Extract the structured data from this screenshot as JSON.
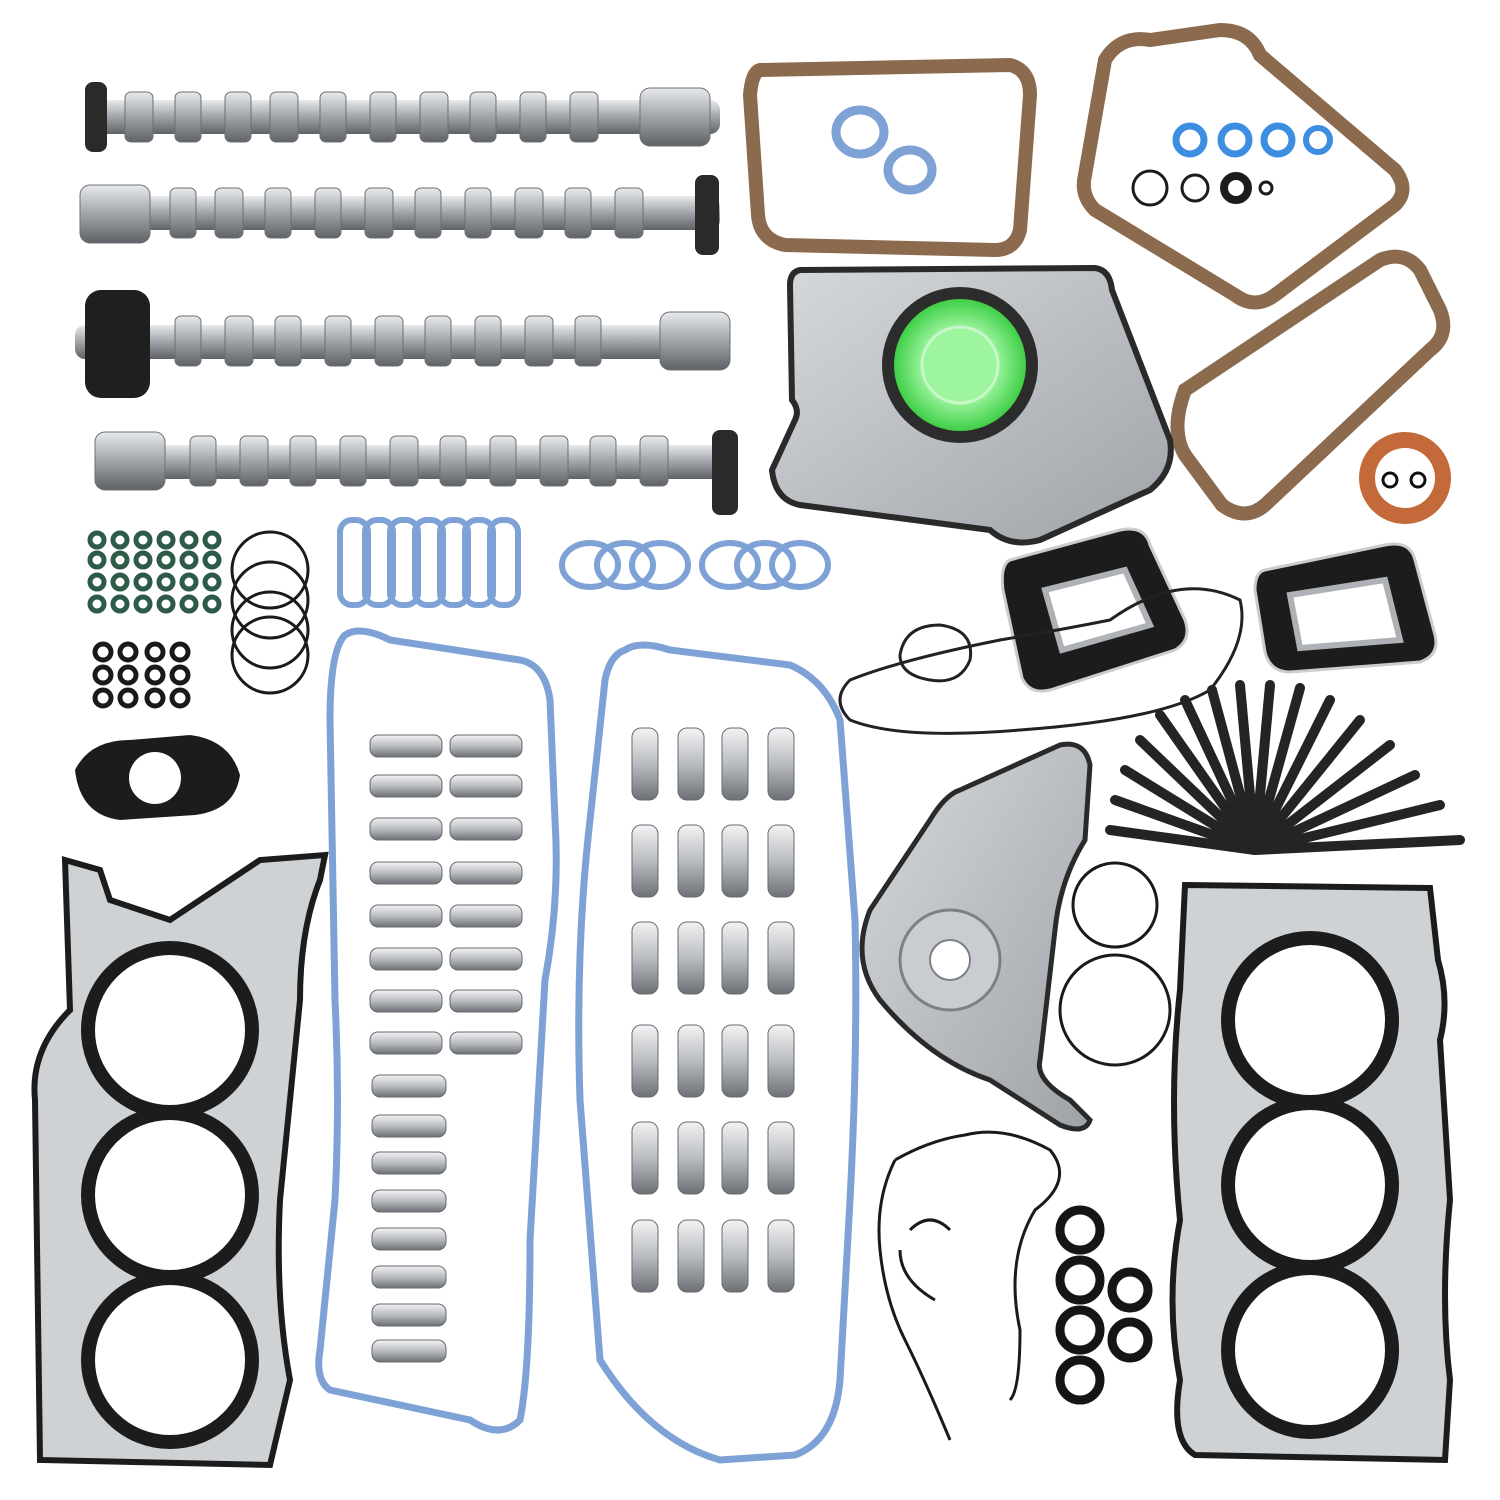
{
  "colors": {
    "background": "#ffffff",
    "steel": "#9a9ea3",
    "steel_dark": "#5e6267",
    "steel_light": "#d9dcdf",
    "gasket_black": "#1c1c1c",
    "cork": "#8b6a4e",
    "cork_edge": "#4a3424",
    "blue_gasket": "#7ea1d6",
    "green_seal": "#58e05e",
    "orange_seal": "#c46a3a",
    "rubber_black": "#151515",
    "bolt_black": "#232425"
  },
  "parts": {
    "camshafts": 4,
    "lifters": 24,
    "rocker_arms": 24,
    "head_bolts": 16,
    "head_gaskets": 2,
    "cork_gaskets": 3,
    "valve_cover_gaskets": 2,
    "intake_port_gaskets": 12
  }
}
